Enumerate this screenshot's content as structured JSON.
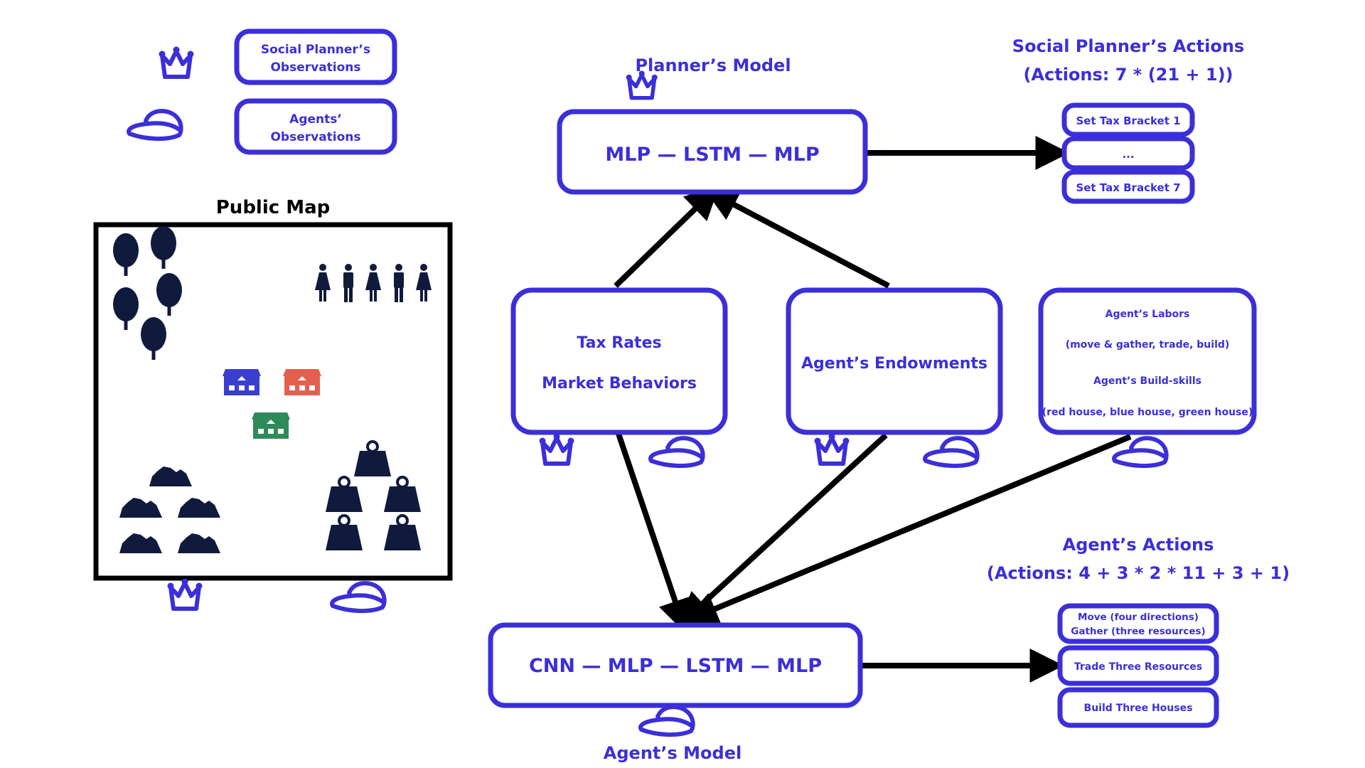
{
  "colors": {
    "accent": "#3b2fd9",
    "arrow": "#000000",
    "map_icons": "#0f1a3d",
    "house_blue": "#3b3fd0",
    "house_red": "#e4604e",
    "house_green": "#2f8a5a"
  },
  "legend": {
    "planner_label_1": "Social Planner’s",
    "planner_label_2": "Observations",
    "planner_icon": "crown-icon",
    "agents_label_1": "Agents’",
    "agents_label_2": "Observations",
    "agents_icon": "cap-icon"
  },
  "public_map": {
    "title": "Public Map"
  },
  "planner_model": {
    "title": "Planner’s Model",
    "architecture": "MLP — LSTM — MLP"
  },
  "agent_model": {
    "title": "Agent’s Model",
    "architecture": "CNN — MLP — LSTM — MLP"
  },
  "observations": {
    "tax_market": {
      "line1": "Tax Rates",
      "line2": "Market Behaviors"
    },
    "endowments": {
      "label": "Agent’s Endowments"
    },
    "labors": {
      "line1": "Agent’s Labors",
      "line2": "(move & gather, trade, build)",
      "line3": "Agent’s Build-skills",
      "line4": "(red house, blue house, green house)"
    }
  },
  "planner_actions": {
    "title": "Social Planner’s Actions",
    "subtitle": "(Actions: 7 * (21 + 1))",
    "items": [
      "Set Tax Bracket 1",
      "...",
      "Set Tax Bracket 7"
    ]
  },
  "agent_actions": {
    "title": "Agent’s Actions",
    "subtitle": "(Actions: 4 + 3 * 2 * 11 + 3 + 1)",
    "item1_line1": "Move (four directions)",
    "item1_line2": "Gather (three resources)",
    "item2": "Trade Three Resources",
    "item3": "Build Three Houses"
  }
}
